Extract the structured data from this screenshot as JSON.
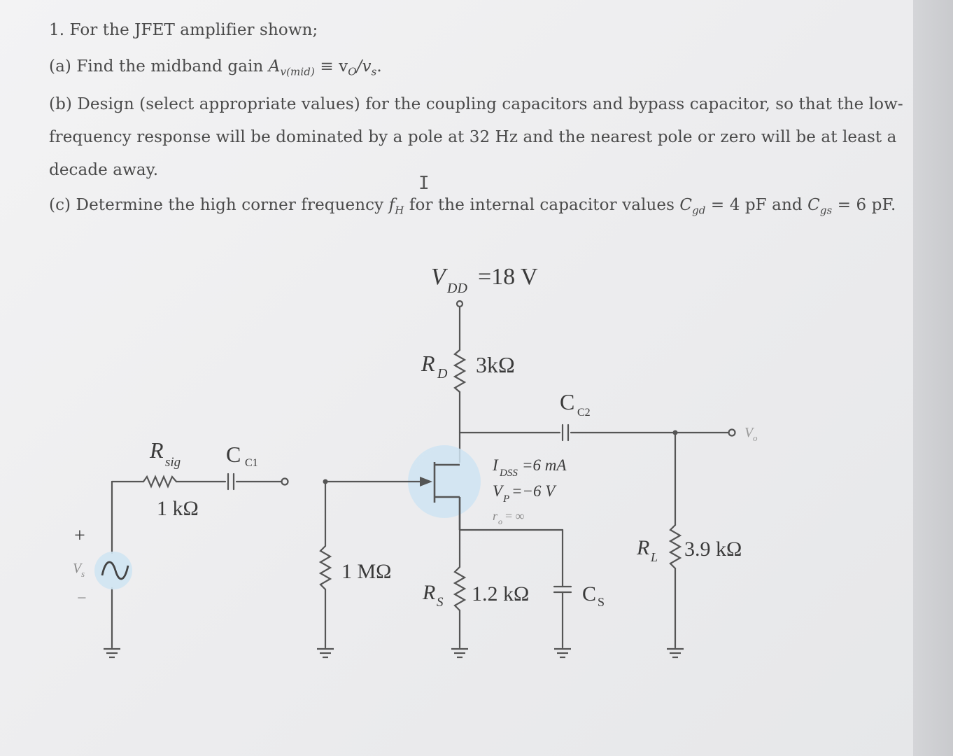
{
  "problem": {
    "title": "1. For the JFET amplifier shown;",
    "part_a_prefix": "(a) Find the midband gain ",
    "part_a_symbol": "A",
    "part_a_sub": "v(mid)",
    "part_a_suffix": " ≡ v",
    "part_a_sub2": "O",
    "part_a_end": "/v",
    "part_a_sub3": "s",
    "part_a_tail": ".",
    "part_b_line1": "(b) Design (select appropriate values) for the coupling capacitors and bypass capacitor, so that the low-",
    "part_b_line2": "frequency response will be dominated by a pole at 32 Hz and the nearest pole or zero will be at least a",
    "part_b_line3": "decade away.",
    "part_c_prefix": "(c) Determine the high corner frequency ",
    "part_c_f": "f",
    "part_c_fsub": "H",
    "part_c_mid": " for the internal capacitor values ",
    "part_c_c1": "C",
    "part_c_c1sub": "gd",
    "part_c_c1val": " = 4 pF and ",
    "part_c_c2": "C",
    "part_c_c2sub": "gs",
    "part_c_c2val": " = 6 pF.",
    "cursor_glyph": "I"
  },
  "circuit": {
    "vdd_symbol": "V",
    "vdd_sub": "DD",
    "vdd_value": "=18 V",
    "rd_symbol": "R",
    "rd_sub": "D",
    "rd_value": "3kΩ",
    "cc2_symbol": "C",
    "cc2_sub": "C2",
    "vo_symbol": "V",
    "vo_sub": "o",
    "rsig_symbol": "R",
    "rsig_sub": "sig",
    "rsig_value": "1 kΩ",
    "cc1_symbol": "C",
    "cc1_sub": "C1",
    "idss_symbol": "I",
    "idss_sub": "DSS",
    "idss_value": "=6 mA",
    "vp_symbol": "V",
    "vp_sub": "P",
    "vp_value": "=−6 V",
    "ro_symbol": "r",
    "ro_sub": "o",
    "ro_value": "= ∞",
    "plus_sign": "+",
    "minus_sign": "−",
    "vs_symbol": "V",
    "vs_sub": "s",
    "rg_value": "1 MΩ",
    "rs_symbol": "R",
    "rs_sub": "S",
    "rs_value": "1.2 kΩ",
    "cs_symbol": "C",
    "cs_sub": "S",
    "rl_symbol": "R",
    "rl_sub": "L",
    "rl_value": "3.9 kΩ",
    "wire_color": "#555555",
    "highlight_color": "#cfe4f2"
  }
}
